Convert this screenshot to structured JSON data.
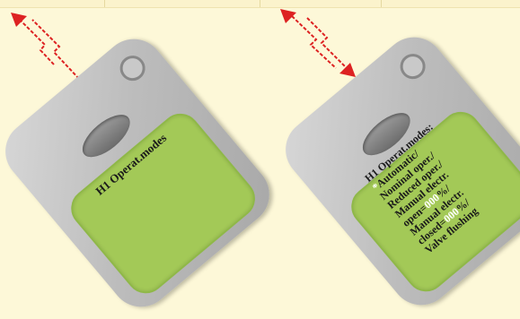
{
  "left_panel": {
    "display_lines": [
      "H1 Operat.modes"
    ]
  },
  "right_panel": {
    "title": "H1 Operat.modes:",
    "star": "*",
    "lines": [
      "Automatic/",
      "Nominal oper./",
      "Reduced oper./",
      "Manual electr."
    ],
    "open_prefix": "open=",
    "open_value": "000",
    "open_suffix": "%/",
    "manual2": "Manual electr.",
    "closed_prefix": "closed=",
    "closed_value": "000",
    "closed_suffix": "%/",
    "flush": "Valve flushing"
  },
  "colors": {
    "background": "#fdf8d8",
    "screen": "#a3c957",
    "device": "#c4c4c4",
    "signal": "#dd2222"
  }
}
